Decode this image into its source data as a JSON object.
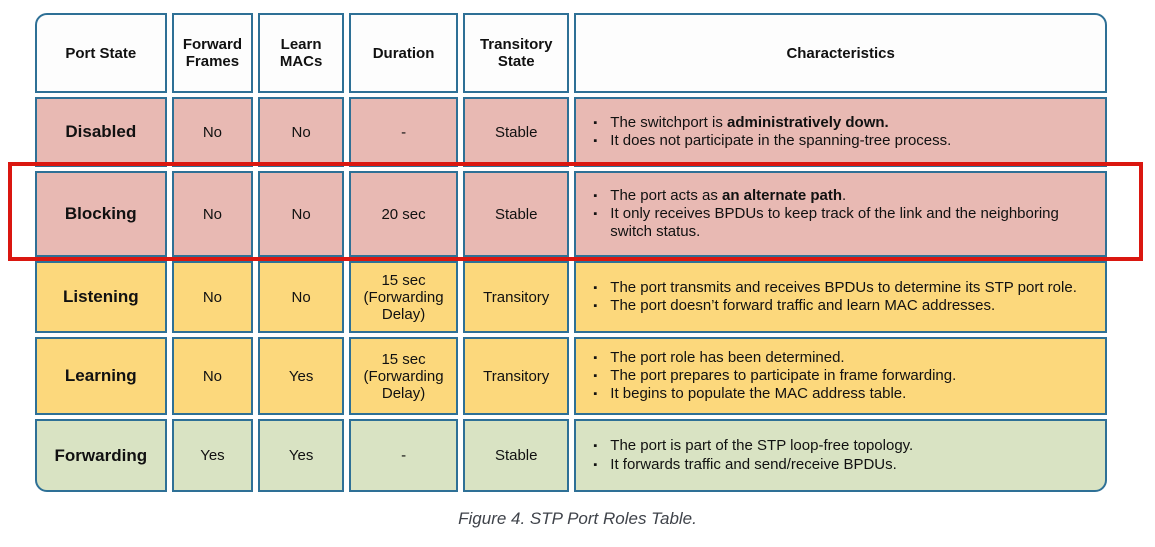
{
  "colors": {
    "border_blue": "#2e7096",
    "row_pink": "#e8b9b3",
    "row_yellow": "#fcd87c",
    "row_green": "#d9e3c3",
    "header_bg": "#fdfdfd",
    "highlight_red": "#da1710"
  },
  "icons": {
    "bullet": "▪"
  },
  "caption": "Figure 4. STP Port Roles Table.",
  "table": {
    "headers": [
      "Port State",
      "Forward Frames",
      "Learn MACs",
      "Duration",
      "Transitory State",
      "Characteristics"
    ],
    "rows": [
      {
        "state": "Disabled",
        "forward_frames": "No",
        "learn_macs": "No",
        "duration": "-",
        "transitory_state": "Stable",
        "color": "pink",
        "highlighted": false,
        "characteristics": [
          [
            {
              "t": "The switchport is ",
              "b": false
            },
            {
              "t": "administratively down.",
              "b": true
            }
          ],
          [
            {
              "t": "It does not participate in the spanning-tree process.",
              "b": false
            }
          ]
        ]
      },
      {
        "state": "Blocking",
        "forward_frames": "No",
        "learn_macs": "No",
        "duration": "20 sec",
        "transitory_state": "Stable",
        "color": "pink",
        "highlighted": true,
        "characteristics": [
          [
            {
              "t": "The port acts as ",
              "b": false
            },
            {
              "t": "an alternate path",
              "b": true
            },
            {
              "t": ".",
              "b": false
            }
          ],
          [
            {
              "t": "It only receives BPDUs to keep track of the link and the neighboring switch status.",
              "b": false
            }
          ]
        ]
      },
      {
        "state": "Listening",
        "forward_frames": "No",
        "learn_macs": "No",
        "duration": "15 sec (Forwarding Delay)",
        "transitory_state": "Transitory",
        "color": "yellow",
        "highlighted": false,
        "characteristics": [
          [
            {
              "t": "The port transmits and receives BPDUs to determine its STP port role.",
              "b": false
            }
          ],
          [
            {
              "t": "The port doesn’t forward traffic and learn MAC addresses.",
              "b": false
            }
          ]
        ]
      },
      {
        "state": "Learning",
        "forward_frames": "No",
        "learn_macs": "Yes",
        "duration": "15 sec (Forwarding Delay)",
        "transitory_state": "Transitory",
        "color": "yellow",
        "highlighted": false,
        "characteristics": [
          [
            {
              "t": "The port role has been determined.",
              "b": false
            }
          ],
          [
            {
              "t": "The port prepares to participate in frame forwarding.",
              "b": false
            }
          ],
          [
            {
              "t": "It begins to populate the MAC address table.",
              "b": false
            }
          ]
        ]
      },
      {
        "state": "Forwarding",
        "forward_frames": "Yes",
        "learn_macs": "Yes",
        "duration": "-",
        "transitory_state": "Stable",
        "color": "green",
        "highlighted": false,
        "characteristics": [
          [
            {
              "t": "The port is part of the STP loop-free topology.",
              "b": false
            }
          ],
          [
            {
              "t": "It forwards traffic and send/receive BPDUs.",
              "b": false
            }
          ]
        ]
      }
    ]
  }
}
